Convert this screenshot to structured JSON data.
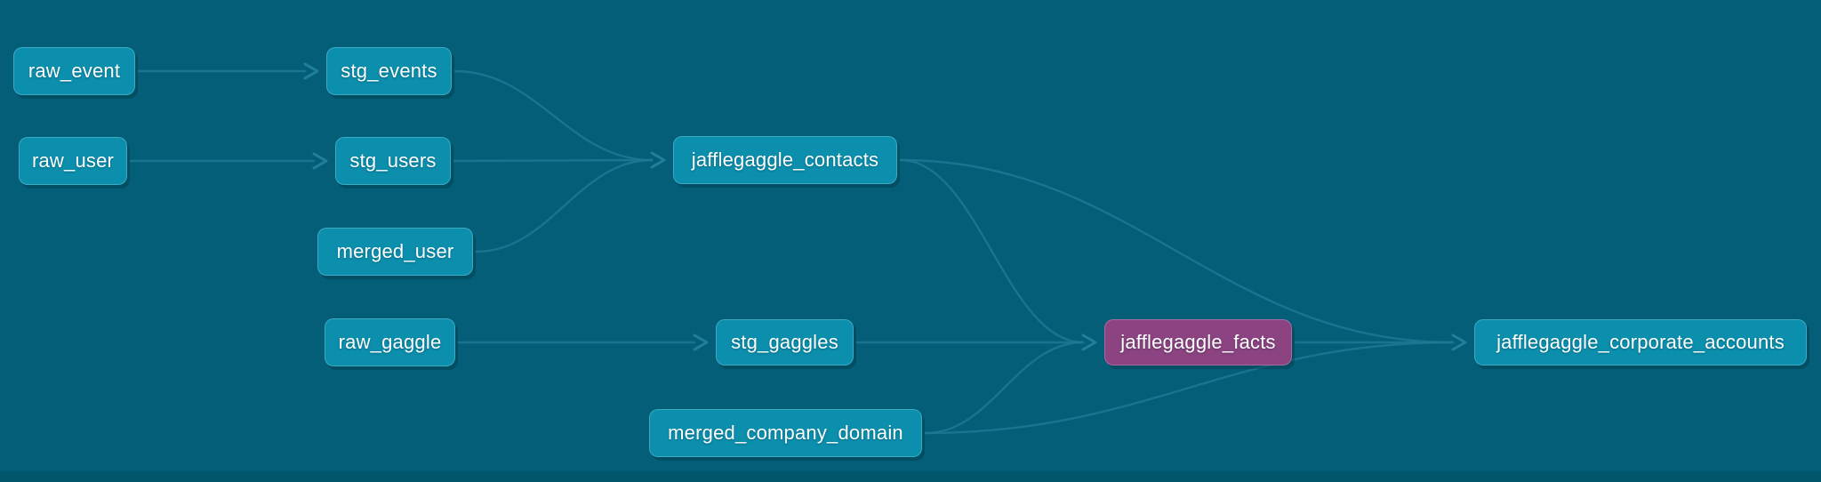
{
  "colors": {
    "background": "#045E77",
    "background_bottom_edge": "#01566C",
    "node_fill": "#0B8FAD",
    "node_selected_fill": "#8C4381",
    "edge_stroke": "#1E7893",
    "arrow_stroke": "#23819C",
    "label_text": "#FFFFFF"
  },
  "graph": {
    "nodes": [
      {
        "id": "raw_event",
        "label": "raw_event",
        "selected": false
      },
      {
        "id": "stg_events",
        "label": "stg_events",
        "selected": false
      },
      {
        "id": "raw_user",
        "label": "raw_user",
        "selected": false
      },
      {
        "id": "stg_users",
        "label": "stg_users",
        "selected": false
      },
      {
        "id": "merged_user",
        "label": "merged_user",
        "selected": false
      },
      {
        "id": "jafflegaggle_contacts",
        "label": "jafflegaggle_contacts",
        "selected": false
      },
      {
        "id": "raw_gaggle",
        "label": "raw_gaggle",
        "selected": false
      },
      {
        "id": "stg_gaggles",
        "label": "stg_gaggles",
        "selected": false
      },
      {
        "id": "jafflegaggle_facts",
        "label": "jafflegaggle_facts",
        "selected": true
      },
      {
        "id": "merged_company_domain",
        "label": "merged_company_domain",
        "selected": false
      },
      {
        "id": "jafflegaggle_corporate_accounts",
        "label": "jafflegaggle_corporate_accounts",
        "selected": false
      }
    ],
    "edges": [
      {
        "from": "raw_event",
        "to": "stg_events"
      },
      {
        "from": "raw_user",
        "to": "stg_users"
      },
      {
        "from": "stg_events",
        "to": "jafflegaggle_contacts"
      },
      {
        "from": "stg_users",
        "to": "jafflegaggle_contacts"
      },
      {
        "from": "merged_user",
        "to": "jafflegaggle_contacts"
      },
      {
        "from": "raw_gaggle",
        "to": "stg_gaggles"
      },
      {
        "from": "stg_gaggles",
        "to": "jafflegaggle_facts"
      },
      {
        "from": "jafflegaggle_contacts",
        "to": "jafflegaggle_facts"
      },
      {
        "from": "jafflegaggle_contacts",
        "to": "jafflegaggle_corporate_accounts"
      },
      {
        "from": "merged_company_domain",
        "to": "jafflegaggle_facts"
      },
      {
        "from": "merged_company_domain",
        "to": "jafflegaggle_corporate_accounts"
      },
      {
        "from": "jafflegaggle_facts",
        "to": "jafflegaggle_corporate_accounts"
      }
    ]
  }
}
